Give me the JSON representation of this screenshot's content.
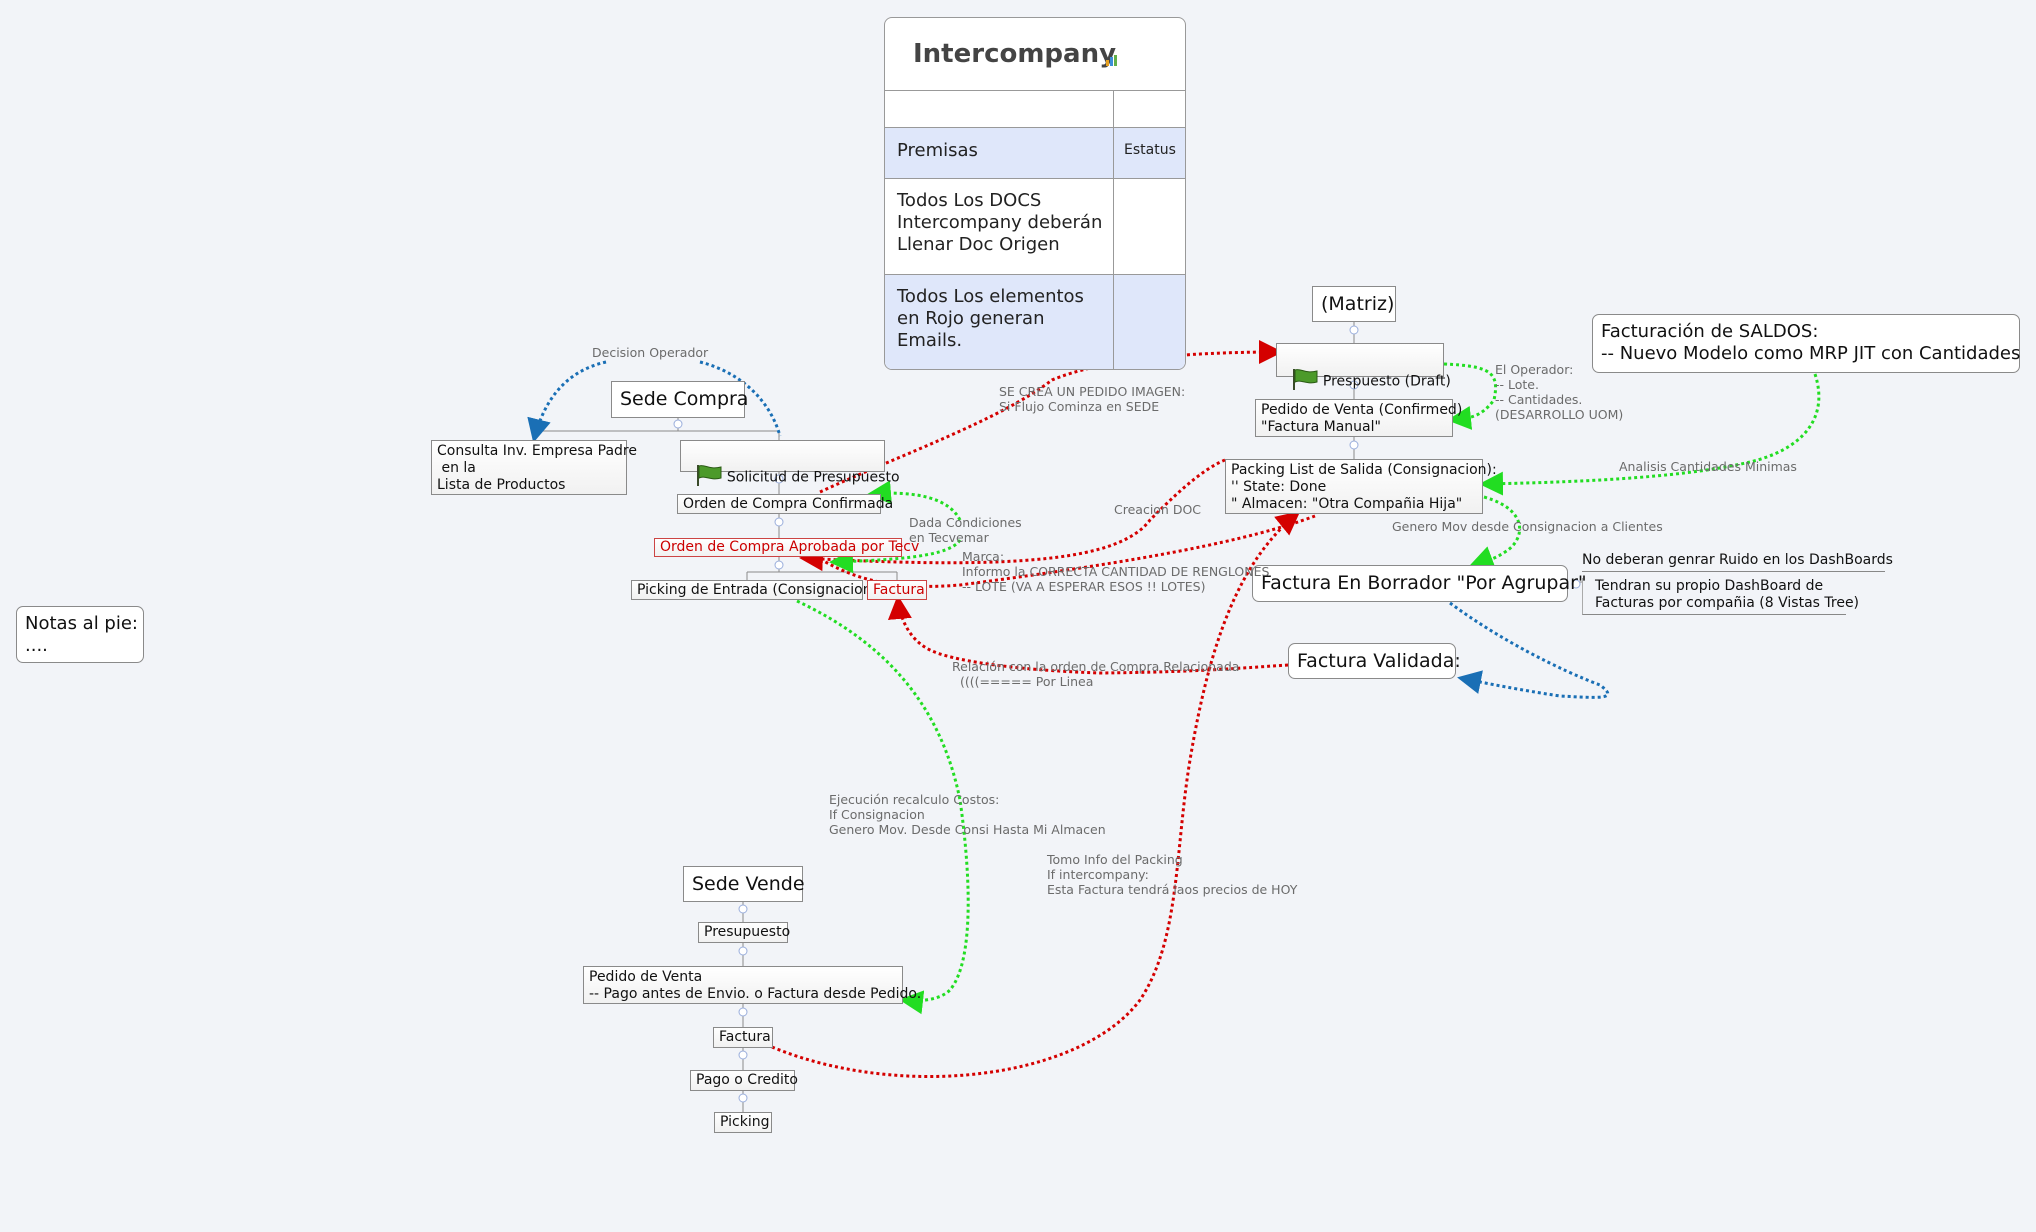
{
  "table": {
    "title": "Intercompany",
    "header_left": "Premisas",
    "header_right": "Estatus",
    "row1": "Todos Los DOCS\nIntercompany deberán\nLlenar Doc Origen",
    "row2": "Todos Los elementos\nen Rojo generan\nEmails."
  },
  "notes": {
    "text": "Notas al pie:\n...."
  },
  "compra": {
    "root": "Sede Compra",
    "consulta": "Consulta Inv. Empresa Padre\n en la\nLista de Productos",
    "solicitud": "Solicitud de Presupuesto",
    "orden_confirmada": "Orden de Compra Confirmada",
    "orden_aprobada": "Orden de Compra Aprobada por Tecv",
    "picking_entrada": "Picking de Entrada (Consignacion)",
    "factura": "Factura"
  },
  "vende": {
    "root": "Sede Vende",
    "presupuesto": "Presupuesto",
    "pedido": "Pedido de Venta\n-- Pago antes de Envio. o Factura desde Pedido.",
    "factura": "Factura",
    "pago": "Pago o Credito",
    "picking": "Picking"
  },
  "matriz": {
    "root": "(Matriz)",
    "presupuesto": "Prespuesto (Draft)",
    "pedido": "Pedido de Venta (Confirmed)\n\"Factura Manual\"",
    "packing": "Packing List de Salida (Consignacion):\n'' State: Done\n\" Almacen: \"Otra Compañia Hija\"",
    "factura_borrador": "Factura En Borrador \"Por Agrupar\"",
    "factura_validada": "Factura Validada:",
    "note1": "No deberan genrar Ruido en los DashBoards",
    "note2": "Tendran su propio DashBoard de\nFacturas por compañia (8 Vistas Tree)"
  },
  "saldos": {
    "text": "Facturación de SALDOS:\n-- Nuevo Modelo como MRP JIT con Cantidades"
  },
  "labels": {
    "decision": "Decision Operador",
    "se_crea": "SE CREA UN PEDIDO IMAGEN:\nSi Flujo Cominza en SEDE",
    "operador": "El Operador:\n-- Lote.\n-- Cantidades.\n(DESARROLLO UOM)",
    "analisis": "Analisis Cantidades Minimas",
    "creacion": "Creacion DOC",
    "genero": "Genero Mov desde Consignacion a Clientes",
    "dada": "Dada Condiciones\nen Tecvemar",
    "marca": "Marca:\nInformo la CORRECTA CANTIDAD DE RENGLONES\n-- LOTE (VA A ESPERAR ESOS !! LOTES)",
    "relacion": "Relación con la orden de Compra Relacionada\n  ((((===== Por Linea",
    "ejecucion": "Ejecución recalculo Costos:\nIf Consignacion\nGenero Mov. Desde Consi Hasta Mi Almacen",
    "tomo": "Tomo Info del Packing\nIf intercompany:\nEsta Factura tendrá laos precios de HOY"
  },
  "colors": {
    "red": "#d40000",
    "green": "#22dd22",
    "blue": "#1a6fb5"
  }
}
